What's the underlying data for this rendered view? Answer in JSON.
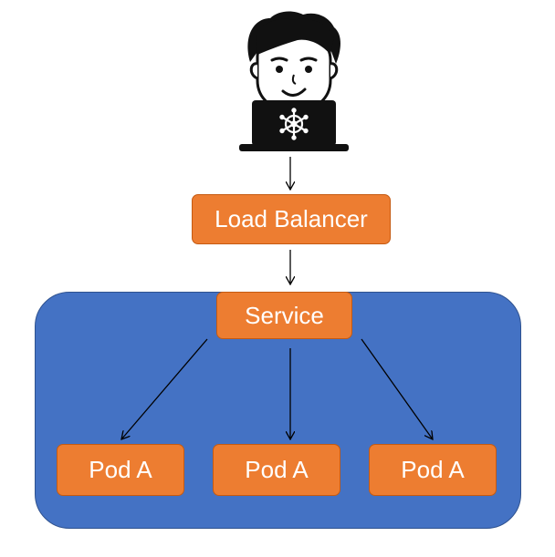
{
  "nodes": {
    "load_balancer": "Load Balancer",
    "service": "Service",
    "pods": [
      "Pod A",
      "Pod A",
      "Pod A"
    ]
  },
  "user_figure": {
    "icon": "developer-with-kubernetes-laptop-icon"
  },
  "colors": {
    "node_fill": "#ED7D31",
    "cluster_fill": "#4472C4",
    "node_text": "#FFFFFF",
    "arrow": "#000000"
  }
}
